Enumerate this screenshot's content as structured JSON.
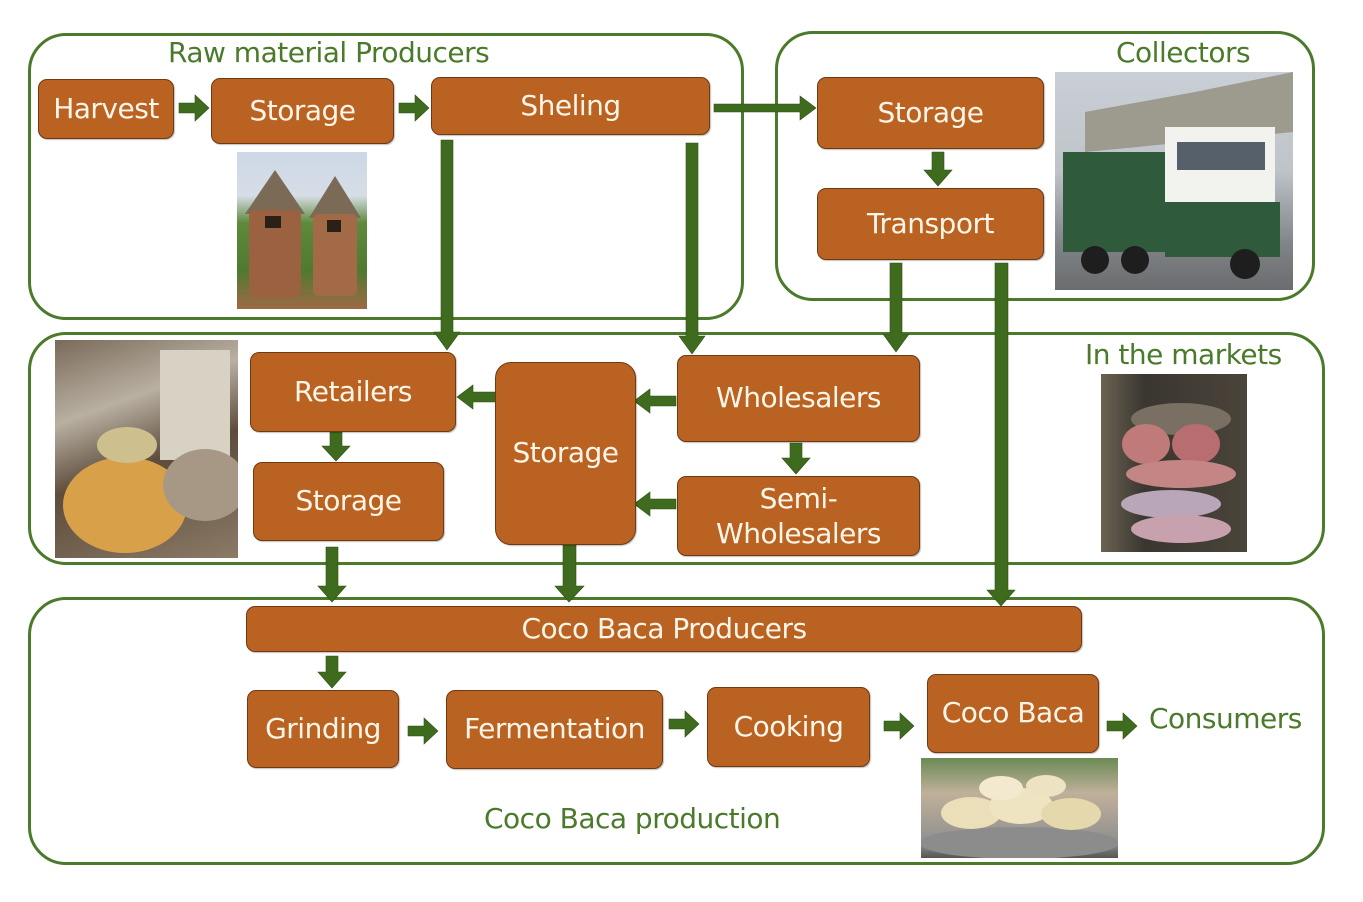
{
  "colors": {
    "group_border": "#4a7a2a",
    "box_fill": "#b96222",
    "box_text": "#fdf6e8",
    "arrow": "#3f6b1e",
    "label_text": "#4a7a2a"
  },
  "groups": {
    "raw_material": {
      "title": "Raw material Producers"
    },
    "collectors": {
      "title": "Collectors"
    },
    "markets": {
      "title": "In the markets"
    },
    "production": {
      "title": "Coco Baca production"
    }
  },
  "nodes": {
    "harvest": "Harvest",
    "storage_raw": "Storage",
    "sheling": "Sheling",
    "storage_collectors": "Storage",
    "transport": "Transport",
    "retailers": "Retailers",
    "storage_retail": "Storage",
    "storage_market": "Storage",
    "wholesalers": "Wholesalers",
    "semi_wholesalers": "Semi-\nWholesalers",
    "coco_baca_producers": "Coco Baca Producers",
    "grinding": "Grinding",
    "fermentation": "Fermentation",
    "cooking": "Cooking",
    "coco_baca": "Coco Baca",
    "consumers": "Consumers"
  },
  "photos": {
    "granaries": "granary-photo",
    "truck": "truck-photo",
    "market_stall": "market-stall-photo",
    "sacks": "sacks-photo",
    "coco_baca_dish": "coco-baca-photo"
  },
  "edges": [
    [
      "harvest",
      "storage_raw"
    ],
    [
      "storage_raw",
      "sheling"
    ],
    [
      "sheling",
      "storage_collectors"
    ],
    [
      "sheling",
      "retailers"
    ],
    [
      "sheling",
      "wholesalers"
    ],
    [
      "storage_collectors",
      "transport"
    ],
    [
      "transport",
      "wholesalers"
    ],
    [
      "transport",
      "coco_baca_producers"
    ],
    [
      "wholesalers",
      "storage_market"
    ],
    [
      "wholesalers",
      "semi_wholesalers"
    ],
    [
      "semi_wholesalers",
      "storage_market"
    ],
    [
      "storage_market",
      "retailers"
    ],
    [
      "retailers",
      "storage_retail"
    ],
    [
      "storage_retail",
      "coco_baca_producers"
    ],
    [
      "storage_market",
      "coco_baca_producers"
    ],
    [
      "coco_baca_producers",
      "grinding"
    ],
    [
      "grinding",
      "fermentation"
    ],
    [
      "fermentation",
      "cooking"
    ],
    [
      "cooking",
      "coco_baca"
    ],
    [
      "coco_baca",
      "consumers"
    ]
  ]
}
